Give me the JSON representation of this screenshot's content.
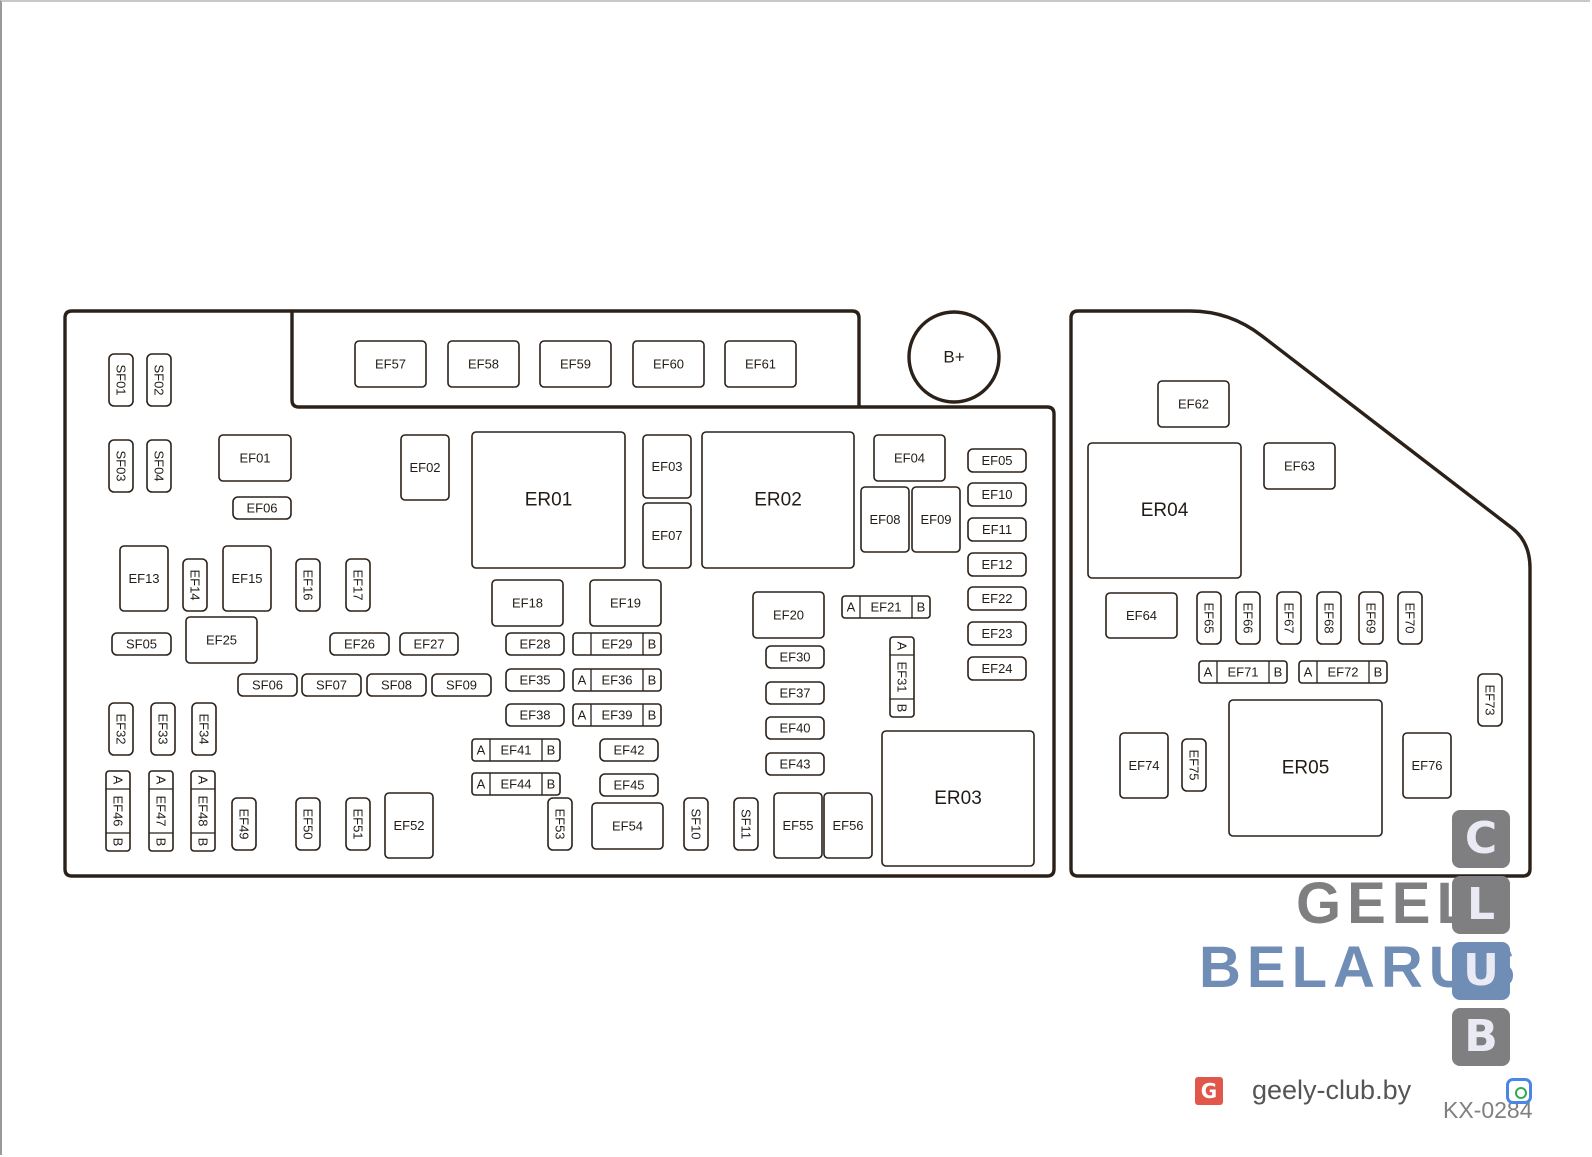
{
  "diagram": {
    "fuses": {
      "EF01": "EF01",
      "EF02": "EF02",
      "EF03": "EF03",
      "EF04": "EF04",
      "EF05": "EF05",
      "EF06": "EF06",
      "EF07": "EF07",
      "EF08": "EF08",
      "EF09": "EF09",
      "EF10": "EF10",
      "EF11": "EF11",
      "EF12": "EF12",
      "EF13": "EF13",
      "EF14": "EF14",
      "EF15": "EF15",
      "EF16": "EF16",
      "EF17": "EF17",
      "EF18": "EF18",
      "EF19": "EF19",
      "EF20": "EF20",
      "EF21": "EF21",
      "EF22": "EF22",
      "EF23": "EF23",
      "EF24": "EF24",
      "EF25": "EF25",
      "EF26": "EF26",
      "EF27": "EF27",
      "EF28": "EF28",
      "EF29": "EF29",
      "EF30": "EF30",
      "EF31": "EF31",
      "EF32": "EF32",
      "EF33": "EF33",
      "EF34": "EF34",
      "EF35": "EF35",
      "EF36": "EF36",
      "EF37": "EF37",
      "EF38": "EF38",
      "EF39": "EF39",
      "EF40": "EF40",
      "EF41": "EF41",
      "EF42": "EF42",
      "EF43": "EF43",
      "EF44": "EF44",
      "EF45": "EF45",
      "EF46": "EF46",
      "EF47": "EF47",
      "EF48": "EF48",
      "EF49": "EF49",
      "EF50": "EF50",
      "EF51": "EF51",
      "EF52": "EF52",
      "EF53": "EF53",
      "EF54": "EF54",
      "EF55": "EF55",
      "EF56": "EF56",
      "EF57": "EF57",
      "EF58": "EF58",
      "EF59": "EF59",
      "EF60": "EF60",
      "EF61": "EF61",
      "EF62": "EF62",
      "EF63": "EF63",
      "EF64": "EF64",
      "EF65": "EF65",
      "EF66": "EF66",
      "EF67": "EF67",
      "EF68": "EF68",
      "EF69": "EF69",
      "EF70": "EF70",
      "EF71": "EF71",
      "EF72": "EF72",
      "EF73": "EF73",
      "EF74": "EF74",
      "EF75": "EF75",
      "EF76": "EF76",
      "SF01": "SF01",
      "SF02": "SF02",
      "SF03": "SF03",
      "SF04": "SF04",
      "SF05": "SF05",
      "SF06": "SF06",
      "SF07": "SF07",
      "SF08": "SF08",
      "SF09": "SF09",
      "SF10": "SF10",
      "SF11": "SF11"
    },
    "relays": {
      "ER01": "ER01",
      "ER02": "ER02",
      "ER03": "ER03",
      "ER04": "ER04",
      "ER05": "ER05"
    },
    "terminal": "B+",
    "pin_a": "A",
    "pin_b": "B",
    "code": "KX-0284"
  },
  "watermark": {
    "line1": "GEELY",
    "line2": "BELARUS",
    "letters": [
      "C",
      "L",
      "U",
      "B"
    ],
    "site": "geely-club.by",
    "site_logo": "G",
    "colors": {
      "gray": "#7f7f81",
      "blue": "#6f8db5",
      "letters": "#e9eaf3"
    }
  }
}
